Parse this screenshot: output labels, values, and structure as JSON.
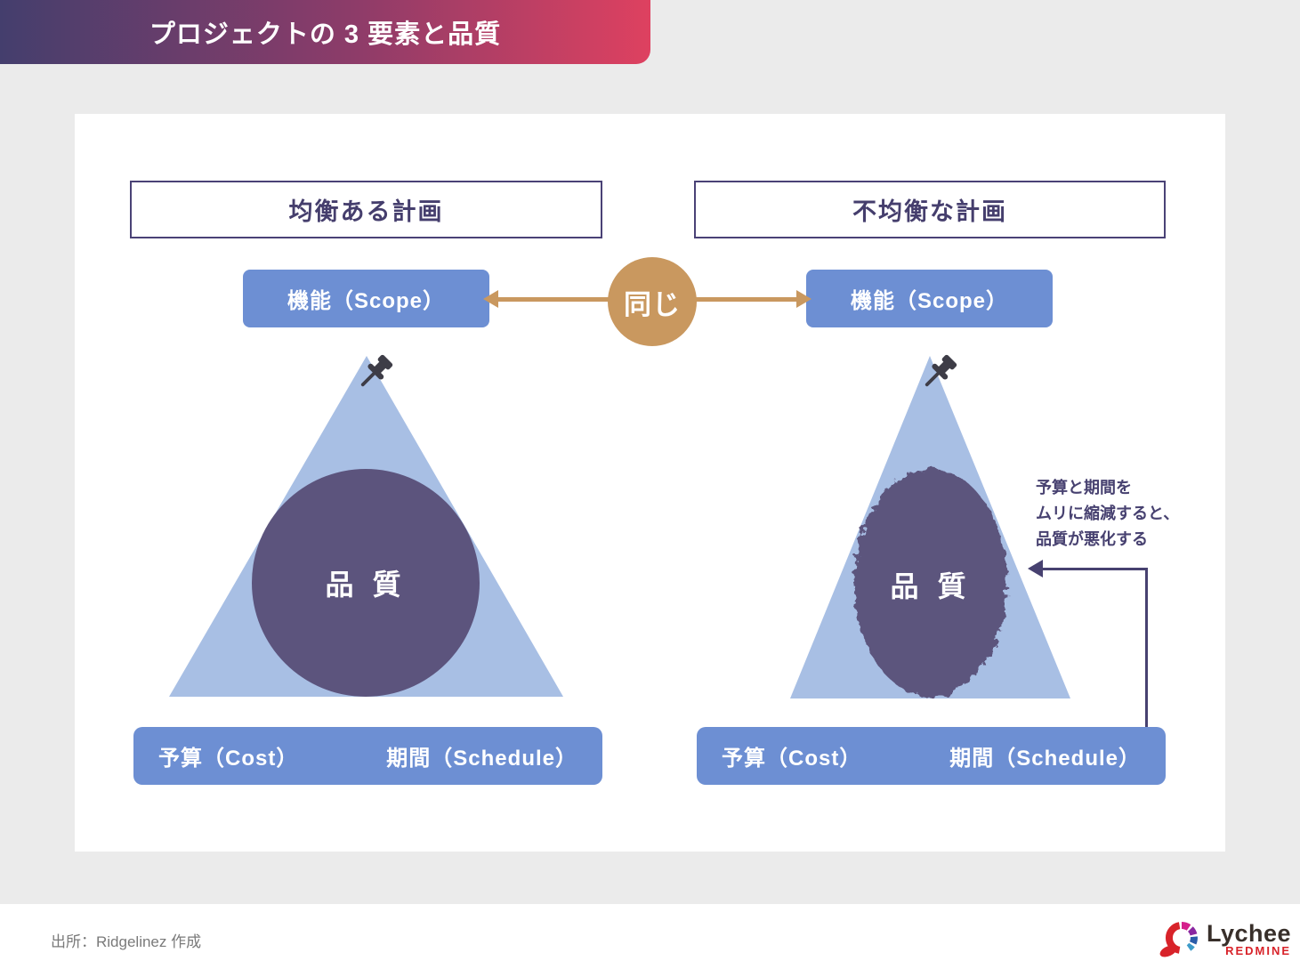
{
  "header": {
    "title": "プロジェクトの 3 要素と品質"
  },
  "panels": {
    "left": {
      "title": "均衡ある計画",
      "scope": "機能（Scope）",
      "quality": "品 質",
      "cost": "予算（Cost）",
      "schedule": "期間（Schedule）"
    },
    "right": {
      "title": "不均衡な計画",
      "scope": "機能（Scope）",
      "quality": "品 質",
      "cost": "予算（Cost）",
      "schedule": "期間（Schedule）"
    }
  },
  "center": {
    "same": "同じ"
  },
  "annotation": {
    "line1": "予算と期間を",
    "line2": "ムリに縮減すると、",
    "line3": "品質が悪化する"
  },
  "footer": {
    "source": "出所：Ridgelinez 作成",
    "logo_name": "Lychee",
    "logo_sub": "REDMINE"
  },
  "icons": {
    "pushpin": "pushpin-icon",
    "same_arrows": "double-arrow-icon",
    "annotation_arrow": "bent-arrow-icon",
    "logo_ring": "lychee-ring-icon"
  },
  "colors": {
    "page_background": "#EBEBEB",
    "header_gradient_start": "#443E6D",
    "header_gradient_end": "#DE4160",
    "panel_title_text": "#453E6D",
    "box_blue": "#6D8FD3",
    "triangle_blue": "#A8BFE4",
    "quality_purple": "#5C547D",
    "same_gold": "#C9985F",
    "annotation_purple": "#474170",
    "pushpin_gray": "#3E3D47",
    "source_gray": "#7A7A7A",
    "logo_red": "#D8232A"
  }
}
